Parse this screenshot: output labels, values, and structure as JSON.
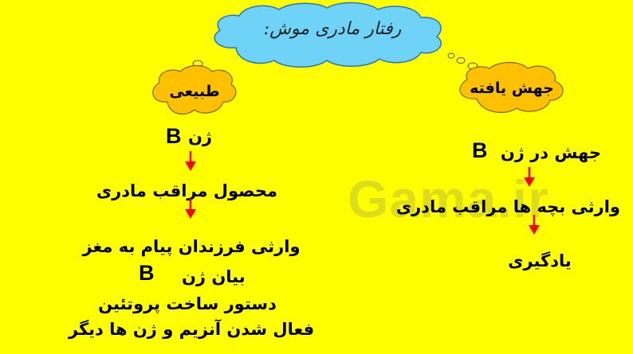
{
  "title": "رفتار مادری موش:",
  "watermark": "Gama.ir",
  "colors": {
    "background": "#FFFF00",
    "title_cloud": "#6FD3F7",
    "branch_cloud": "#FFC000",
    "arrow": "#FF0000"
  },
  "left": {
    "label": "طبیعی",
    "gene": "ژن",
    "gene_letter": "B",
    "step2": "محصول مراقب مادری",
    "line1": "وارثی فرزندان پیام به مغز",
    "line2": "بیان ژن",
    "line2_letter": "B",
    "line3": "دستور ساخت پروتئین",
    "line4": "فعال شدن آنزیم و ژن ها دیگر"
  },
  "right": {
    "label": "جهش یافته",
    "gene": "جهش در ژن",
    "gene_letter": "B",
    "step2": "وارثی بچه ها مراقب مادری",
    "step3": "یادگیری"
  }
}
